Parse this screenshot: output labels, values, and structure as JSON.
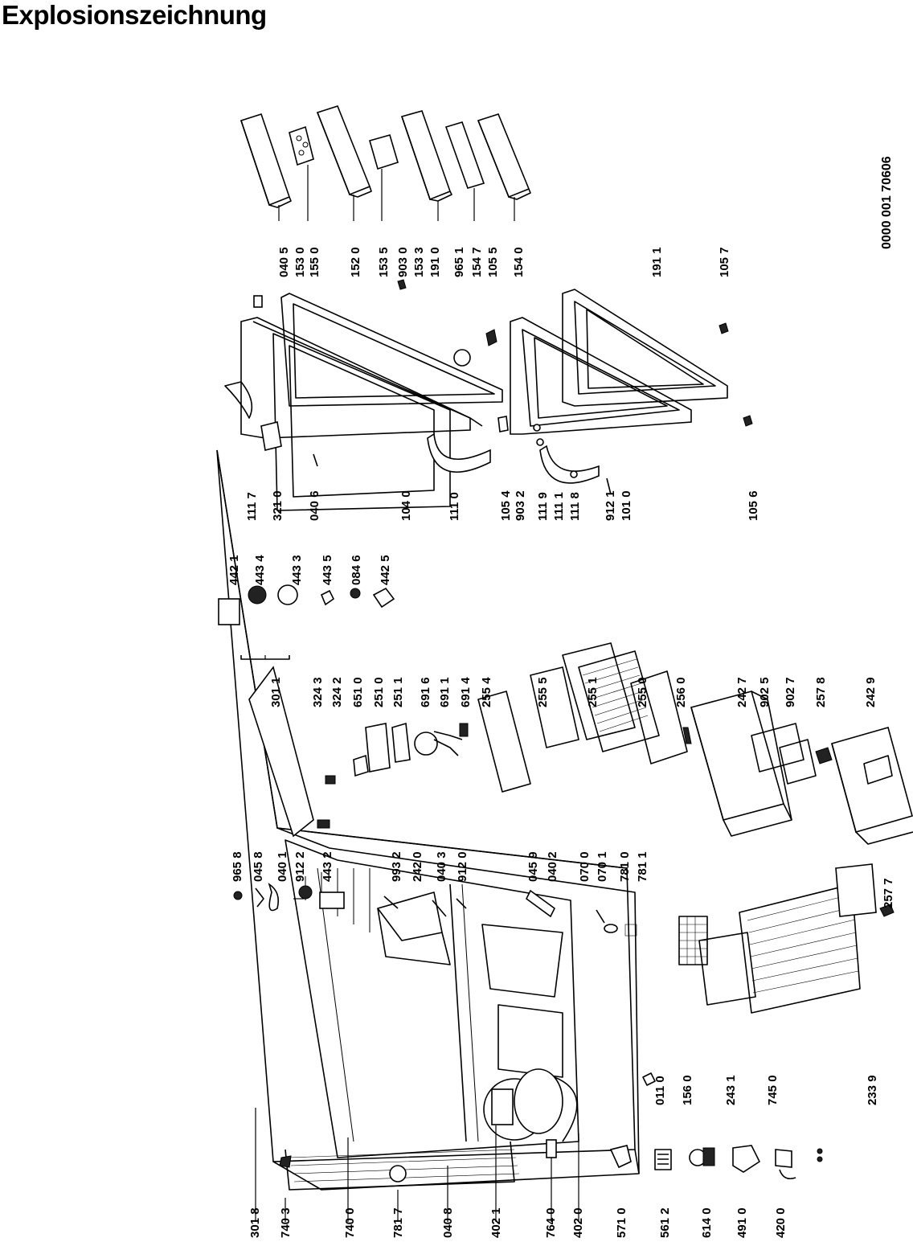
{
  "title": "Explosionszeichnung",
  "document_number": "0000 001 70606",
  "part_labels": {
    "cabinet_bottom_row": [
      "301 8",
      "740 3",
      "740 0",
      "781 7",
      "040 8",
      "402 1",
      "764 0",
      "402 0",
      "571 0",
      "561 2",
      "614 0",
      "491 0",
      "420 0"
    ],
    "cabinet_top_column": [
      "965 8",
      "045 8",
      "040 1",
      "912 2",
      "443 2",
      "993 2",
      "242 0",
      "040 3",
      "912 0",
      "045 9",
      "040 2",
      "070 0",
      "070 1",
      "781 0",
      "781 1"
    ],
    "bottom_inner": [
      "011 0",
      "156 0",
      "243 1",
      "745 0",
      "233 9",
      "257 7"
    ],
    "middle_top": [
      "301 1",
      "324 3",
      "324 2",
      "651 0",
      "251 0",
      "251 1",
      "691 6",
      "691 1",
      "691 4",
      "255 4",
      "255 5",
      "255 1",
      "255 0",
      "256 0"
    ],
    "middle_bottom": [
      "242 7",
      "902 5",
      "902 7",
      "257 8",
      "242 9"
    ],
    "thermostat_column": [
      "442 1",
      "443 4",
      "443 3",
      "443 5",
      "084 6",
      "442 5"
    ],
    "door_column": [
      "111 7",
      "321 0",
      "040 6",
      "104 0",
      "111 0",
      "105 4",
      "903 2",
      "111 9",
      "111 1",
      "111 8",
      "912 1",
      "101 0",
      "105 6"
    ],
    "door_shelves": [
      "040 5",
      "153 0",
      "155 0",
      "152 0",
      "153 5",
      "903 0",
      "153 3",
      "191 0",
      "965 1",
      "154 7",
      "105 5",
      "154 0",
      "191 1",
      "105 7"
    ]
  },
  "icons": [
    "fridge-cabinet-icon",
    "door-icon",
    "door-gasket-icon",
    "glass-shelf-icon",
    "wire-shelf-icon",
    "crisper-drawer-icon",
    "door-bin-icon",
    "egg-tray-icon",
    "compressor-icon",
    "thermostat-icon",
    "lamp-icon",
    "hinge-icon",
    "handle-icon",
    "condenser-icon",
    "fan-icon"
  ]
}
